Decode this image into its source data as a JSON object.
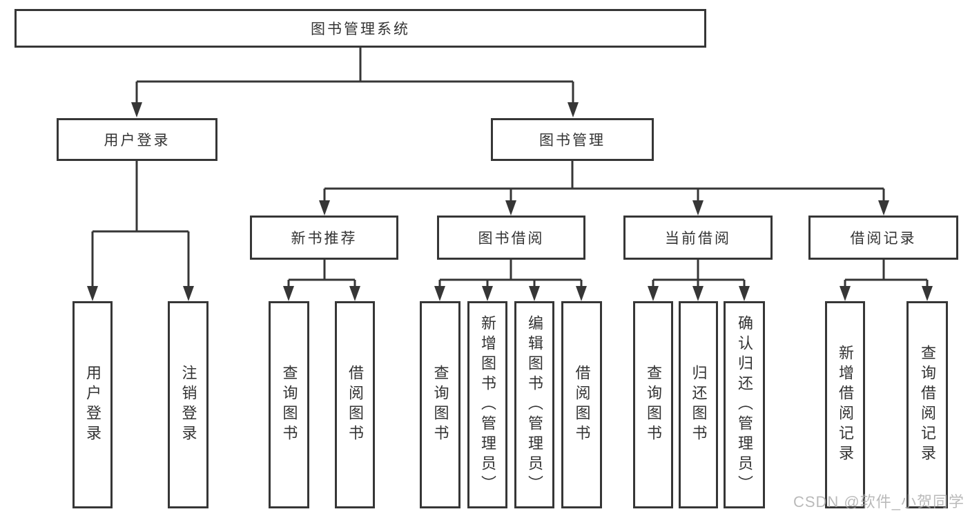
{
  "colors": {
    "line": "#363636",
    "text": "#333333",
    "watermark": "#a9a9a9",
    "background": "#ffffff"
  },
  "tree": {
    "root": "图书管理系统",
    "branches": [
      {
        "label": "用户登录",
        "children": [
          "用户登录",
          "注销登录"
        ]
      },
      {
        "label": "图书管理",
        "groups": [
          {
            "label": "新书推荐",
            "children": [
              "查询图书",
              "借阅图书"
            ]
          },
          {
            "label": "图书借阅",
            "children": [
              "查询图书",
              "新增图书（管理员）",
              "编辑图书（管理员）",
              "借阅图书"
            ]
          },
          {
            "label": "当前借阅",
            "children": [
              "查询图书",
              "归还图书",
              "确认归还（管理员）"
            ]
          },
          {
            "label": "借阅记录",
            "children": [
              "新增借阅记录",
              "查询借阅记录"
            ]
          }
        ]
      }
    ]
  },
  "watermark": "CSDN @软件_小贺同学"
}
